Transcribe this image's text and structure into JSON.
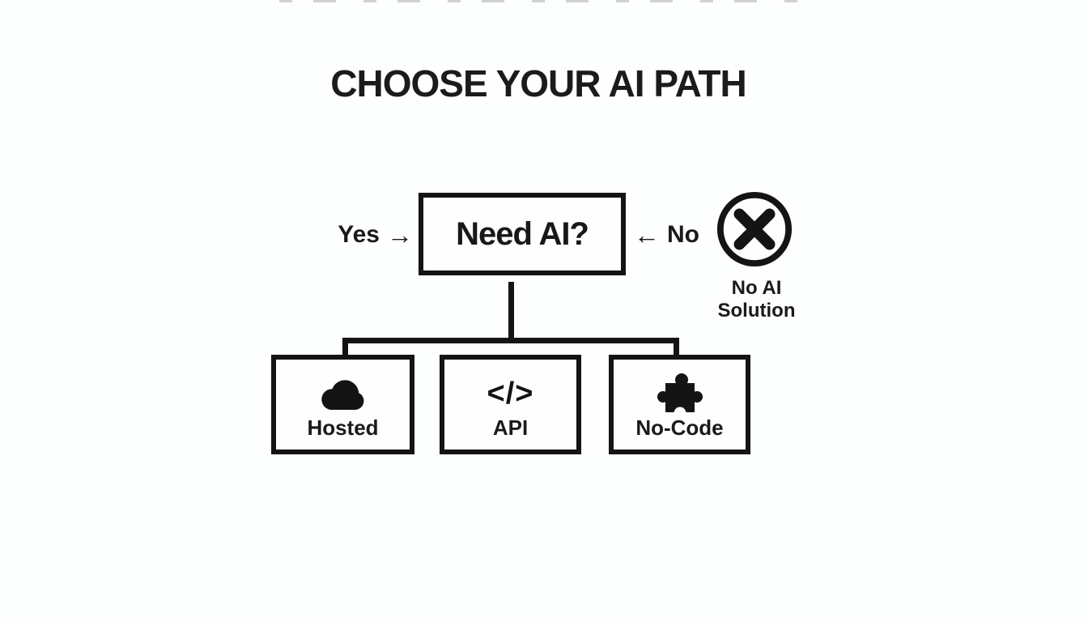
{
  "colors": {
    "background": "#fdfefe",
    "ink": "#141414",
    "box_fill": "#fefefe"
  },
  "title": "CHOOSE YOUR AI PATH",
  "decision_box": {
    "label": "Need AI?"
  },
  "branch_labels": {
    "yes_text": "Yes",
    "yes_arrow": "→",
    "no_arrow": "←",
    "no_text": "No"
  },
  "no_ai_outcome": {
    "icon": "circled-x-icon",
    "label_lines": [
      "No AI",
      "Solution"
    ]
  },
  "options": [
    {
      "icon": "cloud-icon",
      "label": "Hosted"
    },
    {
      "icon": "code-icon",
      "glyph": "</>",
      "label": "API"
    },
    {
      "icon": "puzzle-icon",
      "label": "No-Code"
    }
  ]
}
